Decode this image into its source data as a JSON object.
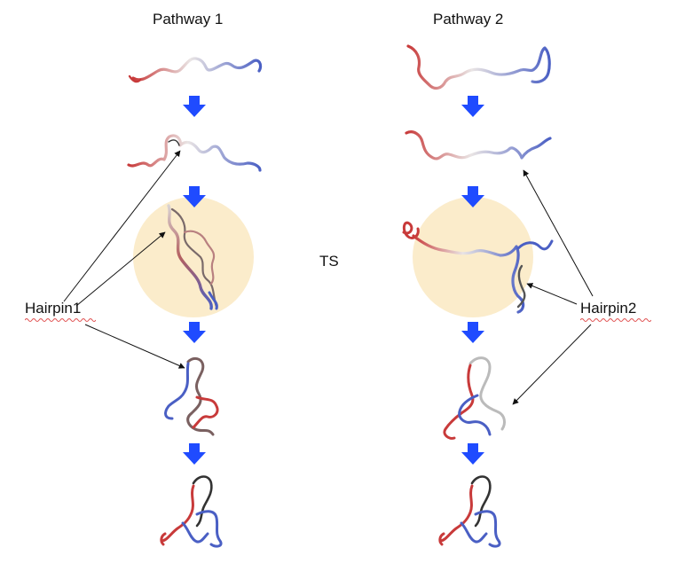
{
  "columns": {
    "left_title": "Pathway 1",
    "right_title": "Pathway 2"
  },
  "center_label": "TS",
  "callouts": {
    "left": "Hairpin1",
    "right": "Hairpin2"
  },
  "colors": {
    "arrow": "#1f4bff",
    "ts_highlight": "#fbeccb",
    "strand_red": "#c83a3a",
    "strand_blue": "#4a5fc4",
    "strand_white": "#e6e6e6",
    "callout_line": "#111111"
  }
}
